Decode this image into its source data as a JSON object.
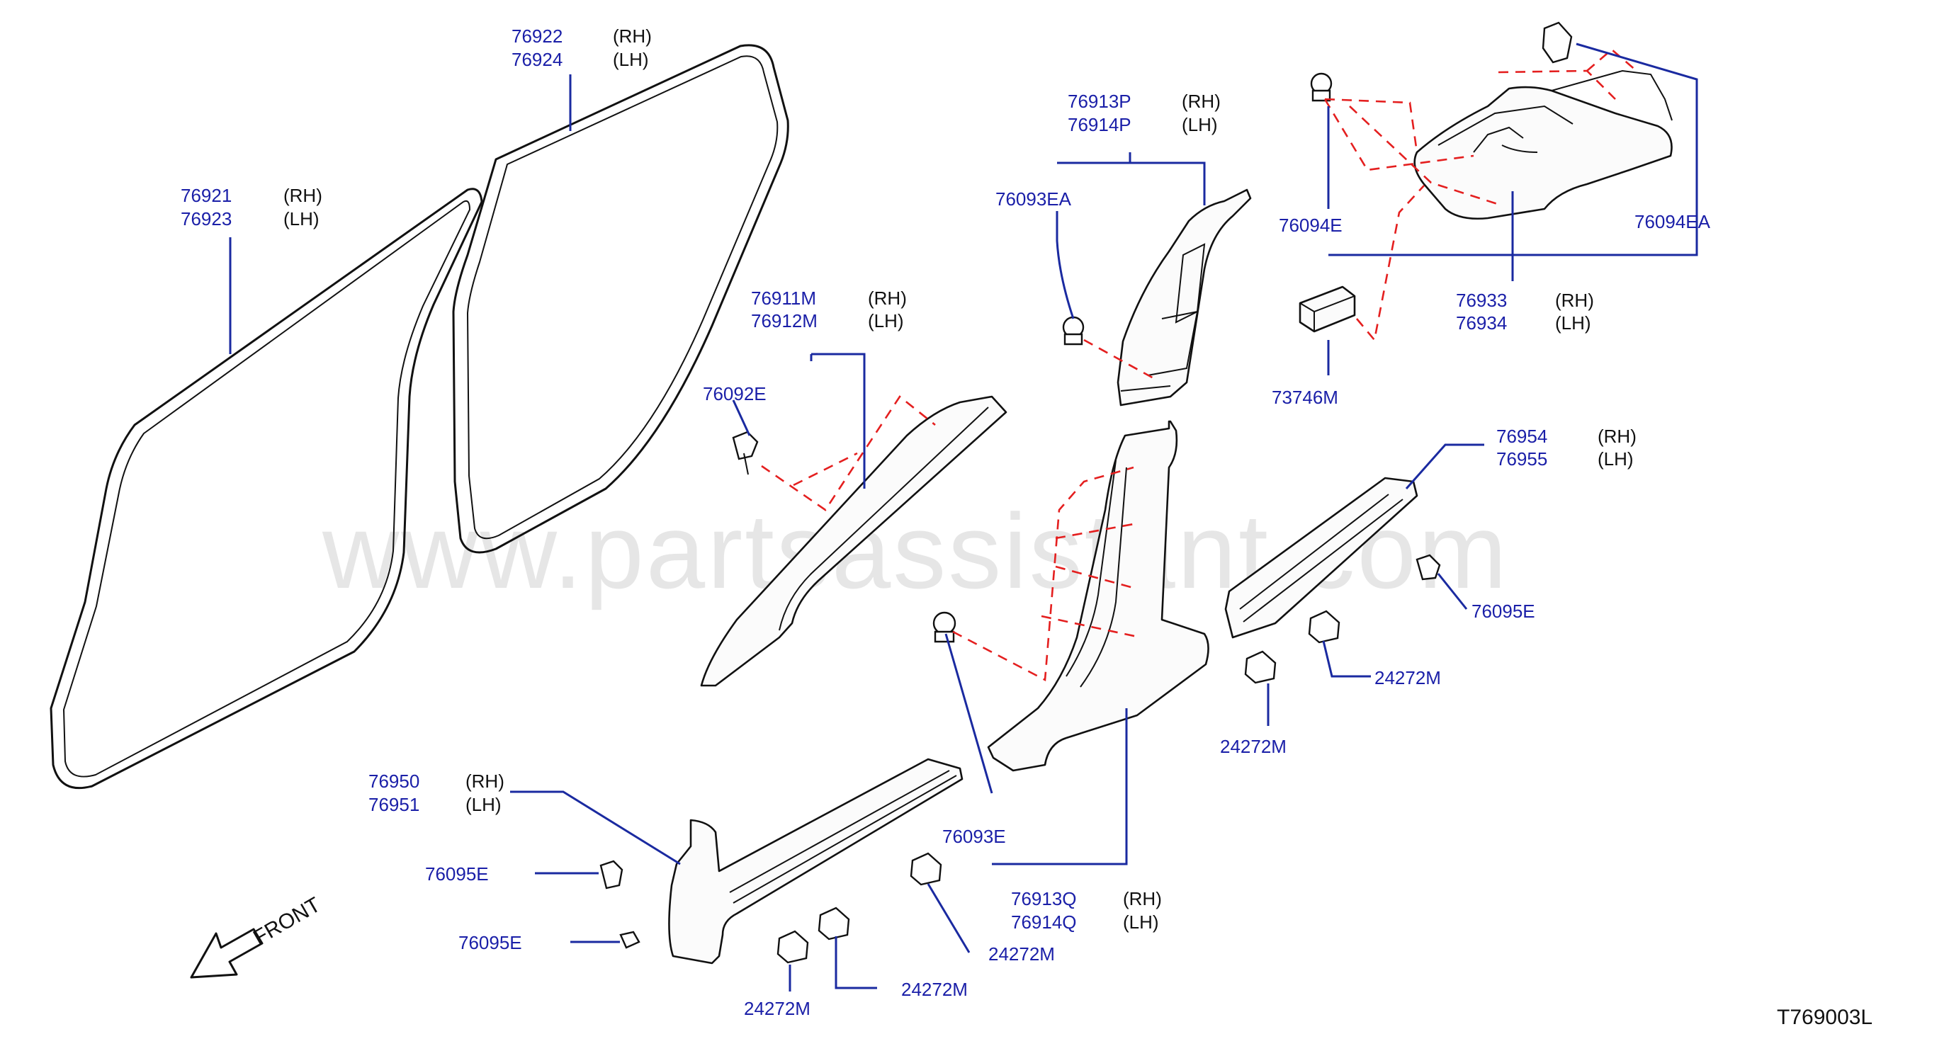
{
  "watermark": "www.partsassistant.com",
  "figure_code": "T769003L",
  "front_label": "FRONT",
  "callouts": {
    "c76922": {
      "pn": "76922",
      "side": "(RH)"
    },
    "c76924": {
      "pn": "76924",
      "side": "(LH)"
    },
    "c76921": {
      "pn": "76921",
      "side": "(RH)"
    },
    "c76923": {
      "pn": "76923",
      "side": "(LH)"
    },
    "c76911M": {
      "pn": "76911M",
      "side": "(RH)"
    },
    "c76912M": {
      "pn": "76912M",
      "side": "(LH)"
    },
    "c76092E": {
      "pn": "76092E"
    },
    "c76913P": {
      "pn": "76913P",
      "side": "(RH)"
    },
    "c76914P": {
      "pn": "76914P",
      "side": "(LH)"
    },
    "c76093EA": {
      "pn": "76093EA"
    },
    "c76094E": {
      "pn": "76094E"
    },
    "c76094EA": {
      "pn": "76094EA"
    },
    "c76933": {
      "pn": "76933",
      "side": "(RH)"
    },
    "c76934": {
      "pn": "76934",
      "side": "(LH)"
    },
    "c73746M": {
      "pn": "73746M"
    },
    "c76954": {
      "pn": "76954",
      "side": "(RH)"
    },
    "c76955": {
      "pn": "76955",
      "side": "(LH)"
    },
    "c76095E_right": {
      "pn": "76095E"
    },
    "c24272M_a": {
      "pn": "24272M"
    },
    "c24272M_b": {
      "pn": "24272M"
    },
    "c76093E": {
      "pn": "76093E"
    },
    "c76913Q": {
      "pn": "76913Q",
      "side": "(RH)"
    },
    "c76914Q": {
      "pn": "76914Q",
      "side": "(LH)"
    },
    "c76950": {
      "pn": "76950",
      "side": "(RH)"
    },
    "c76951": {
      "pn": "76951",
      "side": "(LH)"
    },
    "c76095E_l1": {
      "pn": "76095E"
    },
    "c76095E_l2": {
      "pn": "76095E"
    },
    "c24272M_c": {
      "pn": "24272M"
    },
    "c24272M_d": {
      "pn": "24272M"
    },
    "c24272M_e": {
      "pn": "24272M"
    }
  }
}
